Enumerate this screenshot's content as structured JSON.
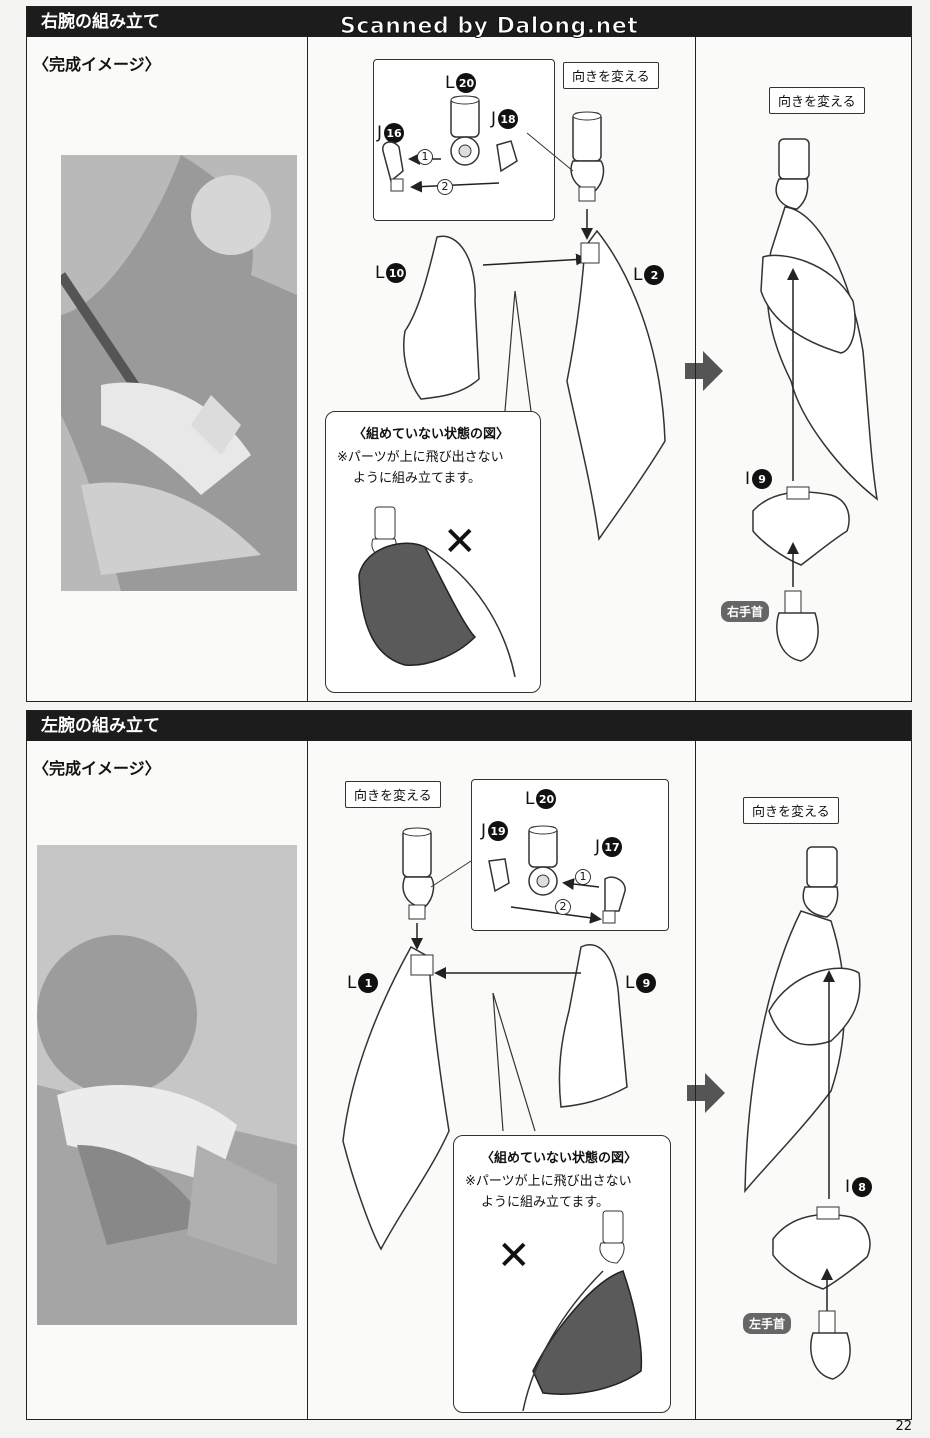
{
  "watermark": "Scanned by Dalong.net",
  "page_number": "22",
  "right_arm": {
    "title": "右腕の組み立て",
    "preview_label": "〈完成イメージ〉",
    "rotate_callout_1": "向きを変える",
    "rotate_callout_2": "向きを変える",
    "parts": {
      "l20": {
        "letter": "L",
        "num": "20"
      },
      "j16": {
        "letter": "J",
        "num": "16"
      },
      "j18": {
        "letter": "J",
        "num": "18"
      },
      "l10": {
        "letter": "L",
        "num": "10"
      },
      "l2": {
        "letter": "L",
        "num": "2"
      },
      "i9": {
        "letter": "I",
        "num": "9"
      }
    },
    "steps": {
      "step1": "1",
      "step2": "2"
    },
    "warning": {
      "title": "〈組めていない状態の図〉",
      "line1": "※パーツが上に飛び出さない",
      "line2": "ように組み立てます。",
      "mark": "✕"
    },
    "hand_label": "右手首"
  },
  "left_arm": {
    "title": "左腕の組み立て",
    "preview_label": "〈完成イメージ〉",
    "rotate_callout_1": "向きを変える",
    "rotate_callout_2": "向きを変える",
    "parts": {
      "l20": {
        "letter": "L",
        "num": "20"
      },
      "j19": {
        "letter": "J",
        "num": "19"
      },
      "j17": {
        "letter": "J",
        "num": "17"
      },
      "l1": {
        "letter": "L",
        "num": "1"
      },
      "l9": {
        "letter": "L",
        "num": "9"
      },
      "i8": {
        "letter": "I",
        "num": "8"
      }
    },
    "steps": {
      "step1": "1",
      "step2": "2"
    },
    "warning": {
      "title": "〈組めていない状態の図〉",
      "line1": "※パーツが上に飛び出さない",
      "line2": "ように組み立てます。",
      "mark": "✕"
    },
    "hand_label": "左手首"
  }
}
